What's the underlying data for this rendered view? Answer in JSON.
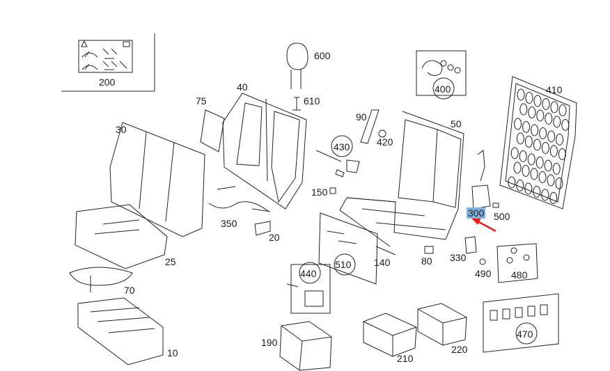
{
  "callouts": {
    "p200": "200",
    "p600": "600",
    "p610": "610",
    "p400": "400",
    "p410": "410",
    "p40": "40",
    "p75": "75",
    "p30": "30",
    "p90": "90",
    "p50": "50",
    "p420": "420",
    "p430": "430",
    "p150": "150",
    "p350": "350",
    "p20": "20",
    "p300": "300",
    "p500": "500",
    "p25": "25",
    "p70": "70",
    "p510": "510",
    "p140": "140",
    "p80": "80",
    "p330": "330",
    "p490": "490",
    "p480": "480",
    "p440": "440",
    "p10": "10",
    "p190": "190",
    "p210": "210",
    "p220": "220",
    "p470": "470"
  },
  "highlight": {
    "part": "300",
    "box_color": "#7fb2dd",
    "arrow_color": "#e0201b"
  }
}
